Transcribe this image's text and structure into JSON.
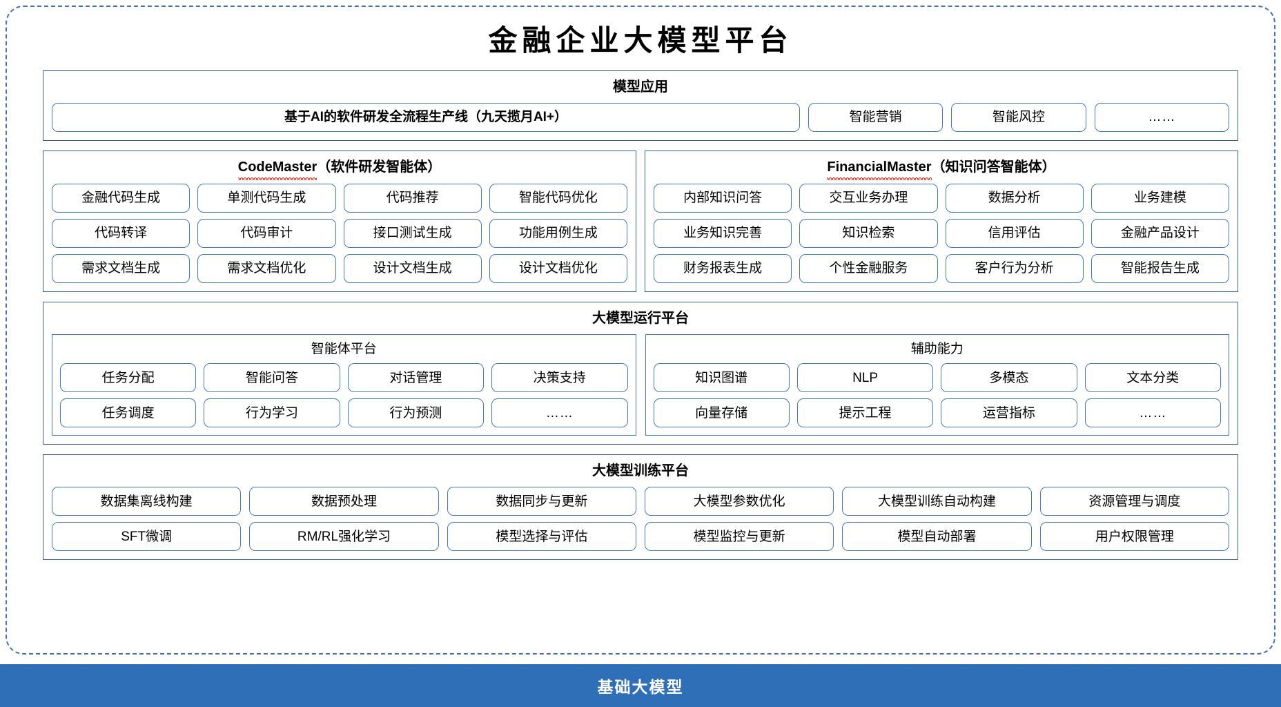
{
  "page": {
    "title": "金融企业大模型平台",
    "accent_blue": "#2f6fb7",
    "border_blue": "#3f7ac0",
    "frame_blue": "#4472a8",
    "squiggle_red": "#e03020"
  },
  "model_application": {
    "title": "模型应用",
    "flagship": "基于AI的软件研发全流程生产线（九天揽月AI+）",
    "items": [
      "智能营销",
      "智能风控",
      "……"
    ]
  },
  "code_master": {
    "title_latin": "CodeMaster",
    "title_cn": "（软件研发智能体）",
    "items": [
      "金融代码生成",
      "单测代码生成",
      "代码推荐",
      "智能代码优化",
      "代码转译",
      "代码审计",
      "接口测试生成",
      "功能用例生成",
      "需求文档生成",
      "需求文档优化",
      "设计文档生成",
      "设计文档优化"
    ]
  },
  "financial_master": {
    "title_latin": "FinancialMaster",
    "title_cn": "（知识问答智能体）",
    "items": [
      "内部知识问答",
      "交互业务办理",
      "数据分析",
      "业务建模",
      "业务知识完善",
      "知识检索",
      "信用评估",
      "金融产品设计",
      "财务报表生成",
      "个性金融服务",
      "客户行为分析",
      "智能报告生成"
    ]
  },
  "runtime_platform": {
    "title": "大模型运行平台",
    "agent_platform": {
      "title": "智能体平台",
      "items": [
        "任务分配",
        "智能问答",
        "对话管理",
        "决策支持",
        "任务调度",
        "行为学习",
        "行为预测",
        "……"
      ]
    },
    "aux_capability": {
      "title": "辅助能力",
      "items": [
        "知识图谱",
        "NLP",
        "多模态",
        "文本分类",
        "向量存储",
        "提示工程",
        "运营指标",
        "……"
      ]
    }
  },
  "training_platform": {
    "title": "大模型训练平台",
    "items": [
      "数据集离线构建",
      "数据预处理",
      "数据同步与更新",
      "大模型参数优化",
      "大模型训练自动构建",
      "资源管理与调度",
      "SFT微调",
      "RM/RL强化学习",
      "模型选择与评估",
      "模型监控与更新",
      "模型自动部署",
      "用户权限管理"
    ]
  },
  "base_model_bar": {
    "label": "基础大模型"
  }
}
